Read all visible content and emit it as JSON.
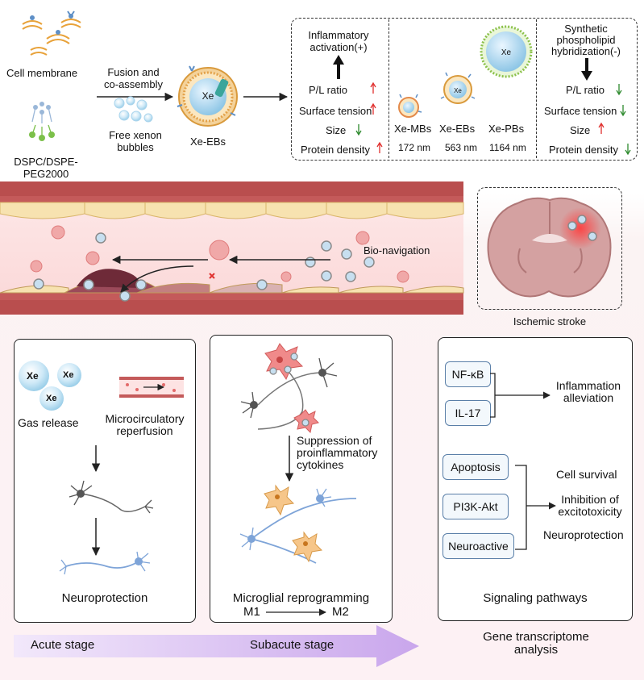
{
  "top": {
    "cell_membrane": "Cell membrane",
    "lipids": [
      "DSPC/DSPE-",
      "PEG2000"
    ],
    "fusion": [
      "Fusion and",
      "co-assembly"
    ],
    "free_xenon": [
      "Free xenon",
      "bubbles"
    ],
    "xe_ebs_label": "Xe-EBs",
    "xe_symbol": "Xe",
    "inflammatory": [
      "Inflammatory",
      "activation(+)"
    ],
    "synthetic": [
      "Synthetic",
      "phospholipid",
      "hybridization(-)"
    ],
    "left_props": [
      "P/L ratio",
      "Surface tension",
      "Size",
      "Protein density"
    ],
    "right_props": [
      "P/L ratio",
      "Surface tension",
      "Size",
      "Protein density"
    ],
    "bubbles": [
      {
        "name": "Xe-MBs",
        "size": "172 nm"
      },
      {
        "name": "Xe-EBs",
        "size": "563 nm"
      },
      {
        "name": "Xe-PBs",
        "size": "1164 nm"
      }
    ]
  },
  "vessel": {
    "bio_navigation": "Bio-navigation",
    "ischemic_stroke": "Ischemic stroke"
  },
  "acute": {
    "gas_release": "Gas release",
    "micro": [
      "Microcirculatory",
      "reperfusion"
    ],
    "neuroprotection": "Neuroprotection",
    "xe": "Xe"
  },
  "subacute": {
    "suppression": [
      "Suppression of",
      "proinflammatory",
      "cytokines"
    ],
    "reprogramming": "Microglial reprogramming",
    "m1": "M1",
    "m2": "M2"
  },
  "signaling": {
    "pathways_top": [
      "NF-κB",
      "IL-17"
    ],
    "pathways_bottom": [
      "Apoptosis",
      "PI3K-Akt",
      "Neuroactive"
    ],
    "inflammation": [
      "Inflammation",
      "alleviation"
    ],
    "outcomes": [
      "Cell survival",
      "Inhibition of",
      "excitotoxicity",
      "Neuroprotection"
    ],
    "title": "Signaling pathways"
  },
  "timeline": {
    "acute": "Acute stage",
    "subacute": "Subacute stage",
    "gene": [
      "Gene transcriptome",
      "analysis"
    ]
  },
  "colors": {
    "arrow_up": "#e0302e",
    "arrow_down": "#2e8a2e",
    "vessel_wall": "#c45a5a",
    "endothelium": "#f7e2b0",
    "timeline": "#d6b7ee"
  }
}
